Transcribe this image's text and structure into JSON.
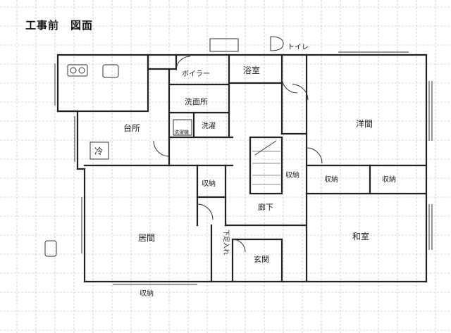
{
  "title": "工事前　図面",
  "rooms": {
    "kitchen": "台所",
    "reizoko": "冷",
    "boiler": "ボイラー",
    "bathroom": "浴室",
    "toilet": "トイレ",
    "washroom": "洗面所",
    "laundry": "洗濯",
    "washer": "洗濯機",
    "washitsu_north": "洋間",
    "storage_center": "収納",
    "storage_stair": "収納",
    "storage_east1": "収納",
    "storage_east2": "収納",
    "hallway": "廊下",
    "living": "居間",
    "washitsu_south": "和室",
    "shoe_box": "下足入れ",
    "entrance": "玄関",
    "storage_south": "収納"
  }
}
